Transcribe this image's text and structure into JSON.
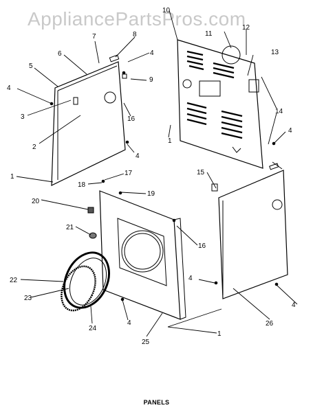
{
  "watermark": "AppliancePartsPros.com",
  "caption": "PANELS",
  "callouts": [
    "1",
    "2",
    "3",
    "4",
    "5",
    "6",
    "7",
    "8",
    "9",
    "10",
    "11",
    "12",
    "13",
    "14",
    "15",
    "16",
    "17",
    "18",
    "19",
    "20",
    "21",
    "22",
    "23",
    "24",
    "25",
    "26"
  ]
}
